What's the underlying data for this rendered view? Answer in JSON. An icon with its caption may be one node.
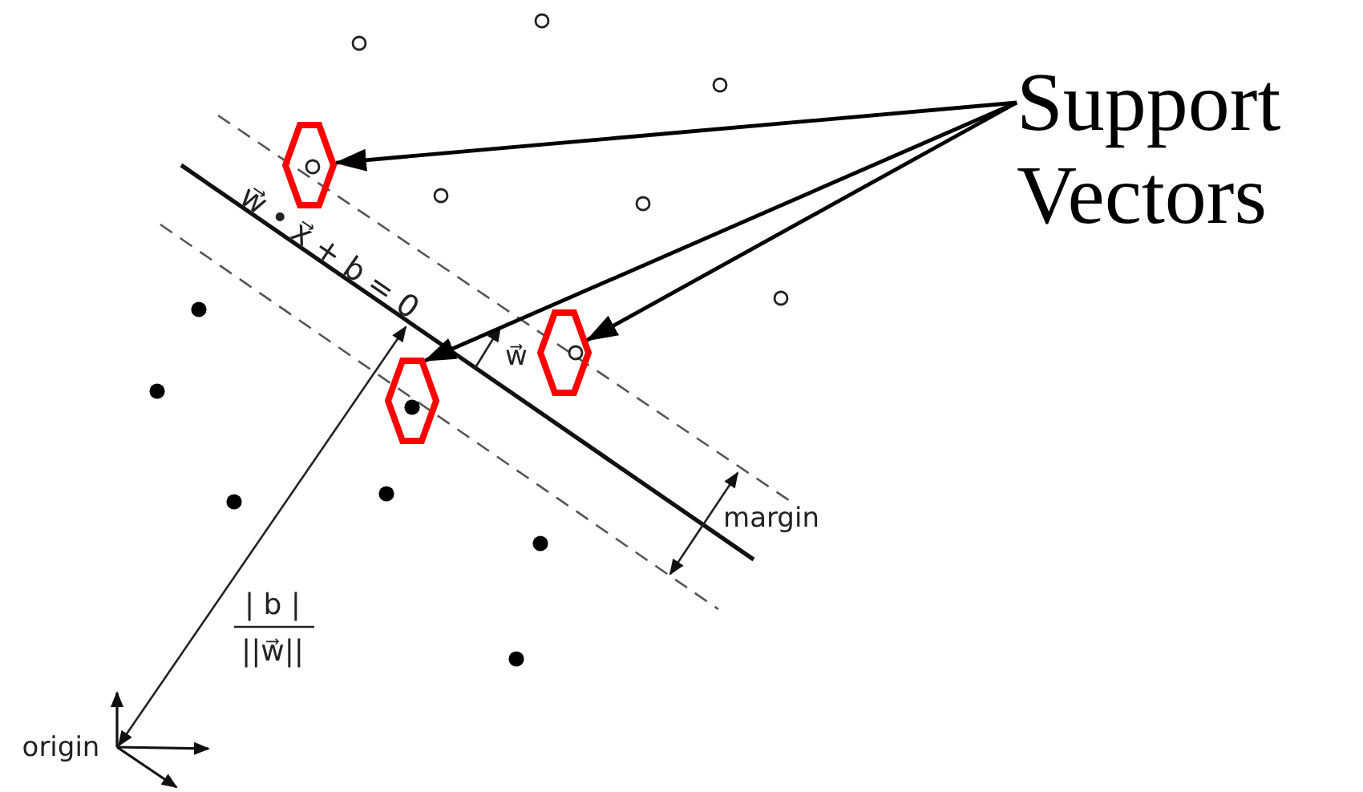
{
  "diagram": {
    "nodes": [
      {
        "text": [
          "Support Vectors"
        ]
      },
      {
        "text": [],
        "shape": "hexagon"
      },
      {
        "text": [],
        "shape": "hexagon"
      },
      {
        "text": [],
        "shape": "hexagon"
      }
    ],
    "edges": [
      {
        "from": 0,
        "to": 1,
        "arrow": "to"
      },
      {
        "from": 0,
        "to": 2,
        "arrow": "to"
      },
      {
        "from": 0,
        "to": 3,
        "arrow": "to"
      }
    ],
    "labels": [
      "w⃗ • x⃗ + b = 0",
      "w⃗",
      "margin",
      "| b |",
      "||w⃗||",
      "origin"
    ]
  }
}
